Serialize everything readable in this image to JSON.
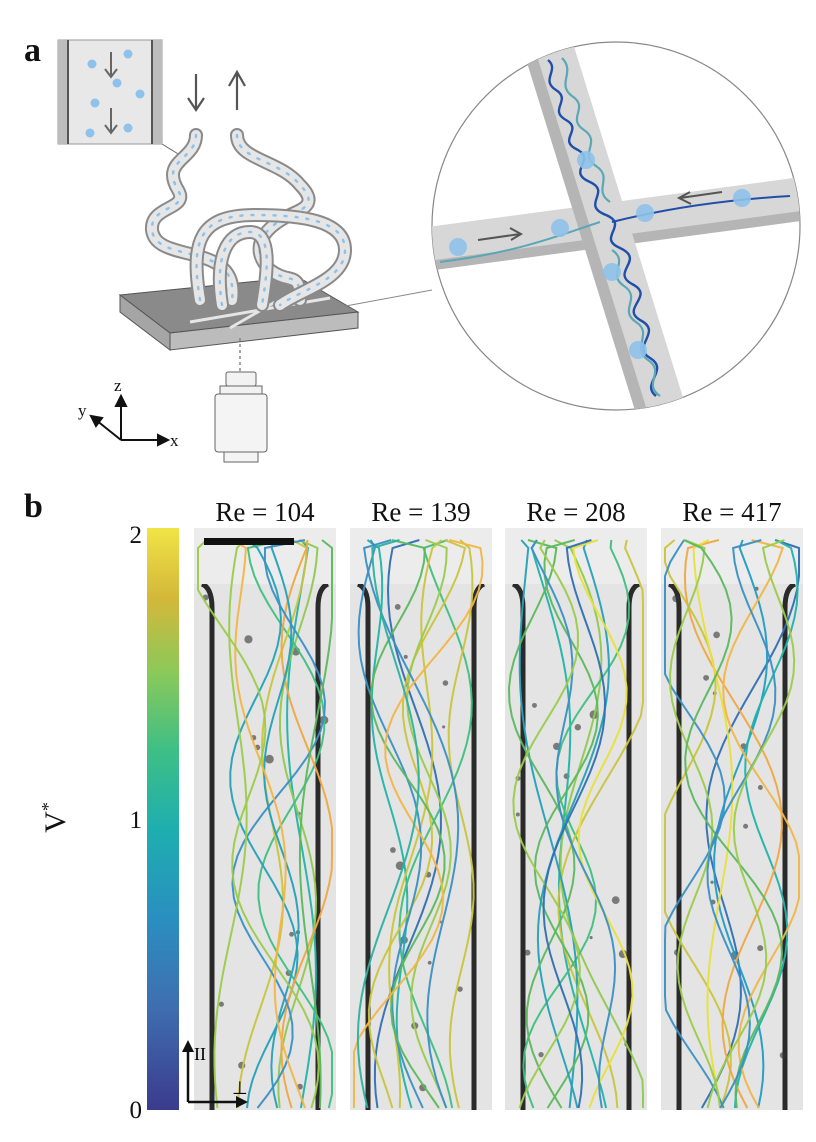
{
  "panels": {
    "a": {
      "letter": "a"
    },
    "b": {
      "letter": "b"
    }
  },
  "panel_a": {
    "axis_labels": {
      "x": "x",
      "y": "y",
      "z": "z"
    }
  },
  "panel_b": {
    "re_labels": [
      "Re = 104",
      "Re = 139",
      "Re = 208",
      "Re = 417"
    ],
    "colorbar": {
      "label": "V",
      "label_superscript": "*",
      "ticks": [
        "0",
        "1",
        "2"
      ],
      "range": [
        0,
        2
      ],
      "colormap": "viridis"
    },
    "direction_symbols": {
      "parallel": "II",
      "perpendicular": "⊥"
    }
  },
  "colors": {
    "particle": "#8ec2ea",
    "tube_fill": "#dcdcdc",
    "chip_top": "#8a8a8a",
    "helix_dark": "#1f4fa8",
    "helix_teal": "#5aa7b5"
  }
}
